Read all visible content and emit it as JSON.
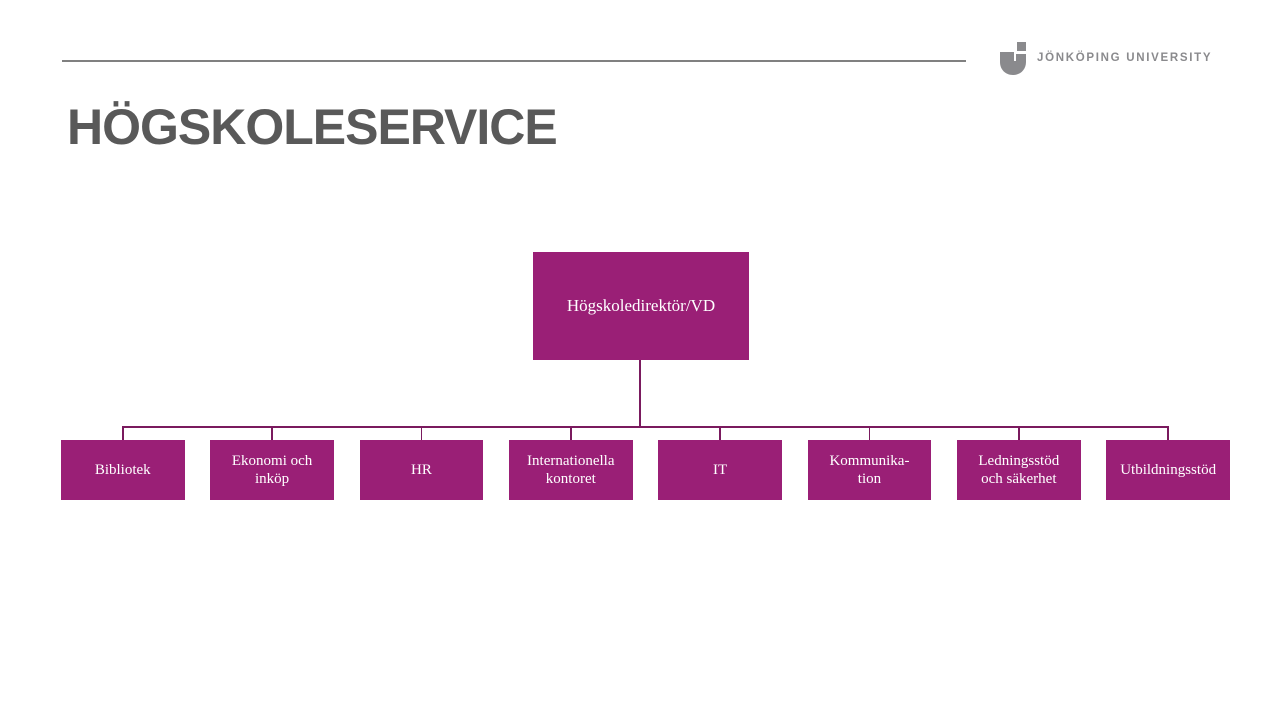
{
  "slide": {
    "title": "HÖGSKOLESERVICE"
  },
  "logo": {
    "icon": "ju-monogram-icon",
    "university_name": "JÖNKÖPING UNIVERSITY"
  },
  "org_chart": {
    "root": {
      "label": "Högskoledirektör/VD"
    },
    "departments": [
      {
        "label": "Bibliotek"
      },
      {
        "label": "Ekonomi och\ninköp"
      },
      {
        "label": "HR"
      },
      {
        "label": "Internationella\nkontoret"
      },
      {
        "label": "IT"
      },
      {
        "label": "Kommunika-\ntion"
      },
      {
        "label": "Ledningsstöd\noch säkerhet"
      },
      {
        "label": "Utbildningsstöd"
      }
    ]
  },
  "colors": {
    "node_fill": "#9A1F76",
    "node_text": "#FFFFFF",
    "connector": "#7A1A5E",
    "title_text": "#595959",
    "divider": "#808080",
    "logo_gray": "#8A8A8D"
  }
}
